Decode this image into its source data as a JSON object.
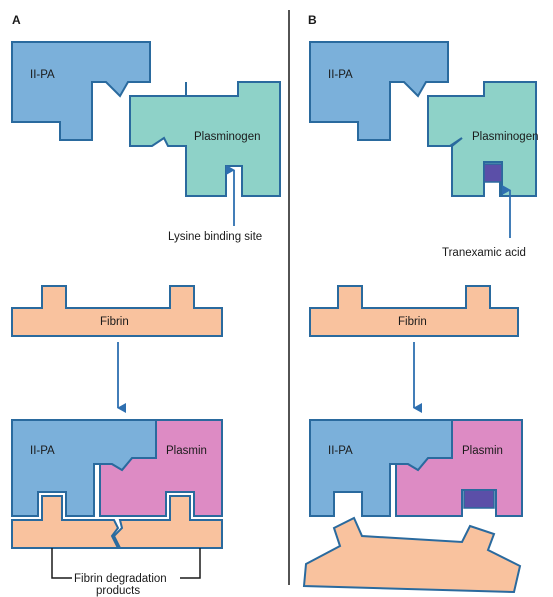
{
  "panels": {
    "a": {
      "letter": "A",
      "tpa": "II-PA",
      "plasminogen": "Plasminogen",
      "lysine_site": "Lysine binding site",
      "fibrin": "Fibrin",
      "tpa_bottom": "II-PA",
      "plasmin": "Plasmin",
      "fdp_line1": "Fibrin degradation",
      "fdp_line2": "products"
    },
    "b": {
      "letter": "B",
      "tpa": "II-PA",
      "plasminogen": "Plasminogen",
      "tranexamic": "Tranexamic acid",
      "fibrin": "Fibrin",
      "tpa_bottom": "II-PA",
      "plasmin": "Plasmin"
    }
  },
  "colors": {
    "tpa": "#7bb0da",
    "plasminogen": "#8ed2c8",
    "plasmin": "#dd8bc4",
    "fibrin": "#f9c29e",
    "tranexamic_acid": "#5b4fa8",
    "arrow": "#2e6fb0"
  }
}
